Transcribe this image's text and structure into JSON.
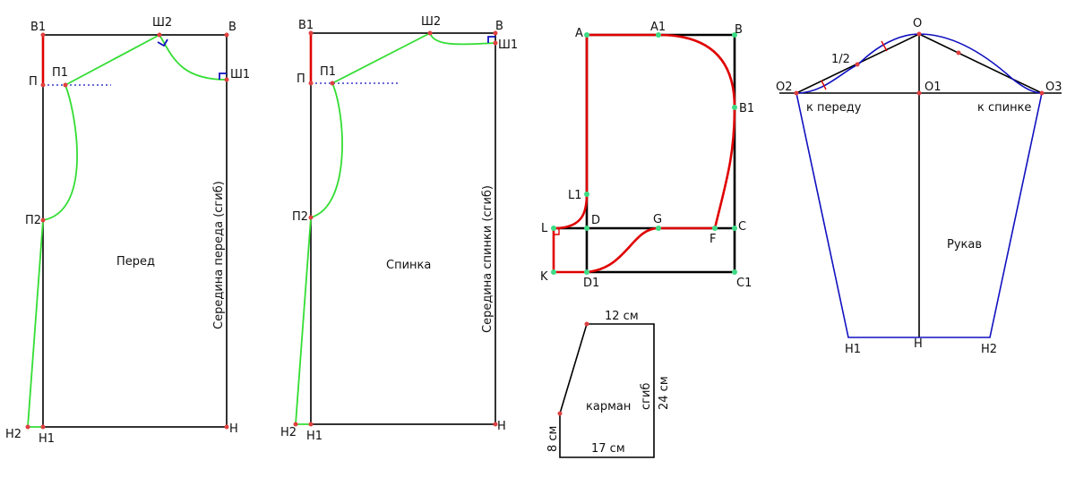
{
  "colors": {
    "line": "#000000",
    "green_line": "#33dd33",
    "red_line": "#e00000",
    "blue_line": "#1010c0",
    "point_green": "#3ddc84",
    "point_red": "#e04040"
  },
  "front": {
    "labels": {
      "v1": "В1",
      "sh2": "Ш2",
      "v": "В",
      "sh1": "Ш1",
      "p": "П",
      "p1": "П1",
      "p2": "П2",
      "n2": "Н2",
      "n1": "Н1",
      "n": "Н"
    },
    "title": "Перед",
    "fold": "Середина переда (сгиб)"
  },
  "back": {
    "labels": {
      "v1": "В1",
      "sh2": "Ш2",
      "v": "В",
      "sh1": "Ш1",
      "p": "П",
      "p1": "П1",
      "p2": "П2",
      "n2": "Н2",
      "n1": "Н1",
      "n": "Н"
    },
    "title": "Спинка",
    "fold": "Середина спинки (сгиб)"
  },
  "hood": {
    "labels": {
      "a": "A",
      "a1": "A1",
      "b": "B",
      "b1": "B1",
      "l1": "L1",
      "l": "L",
      "d": "D",
      "g": "G",
      "c": "C",
      "f": "F",
      "k": "K",
      "d1": "D1",
      "c1": "C1"
    }
  },
  "pocket": {
    "title": "карман",
    "top": "12 см",
    "fold_label": "сгиб",
    "right": "24 см",
    "left": "8 см",
    "bottom": "17 см"
  },
  "sleeve": {
    "labels": {
      "o": "O",
      "half": "1/2",
      "o2": "O2",
      "o1": "O1",
      "o3": "O3",
      "front_side": "к переду",
      "back_side": "к спинке",
      "h1": "Н1",
      "h": "Н",
      "h2": "Н2"
    },
    "title": "Рукав"
  }
}
